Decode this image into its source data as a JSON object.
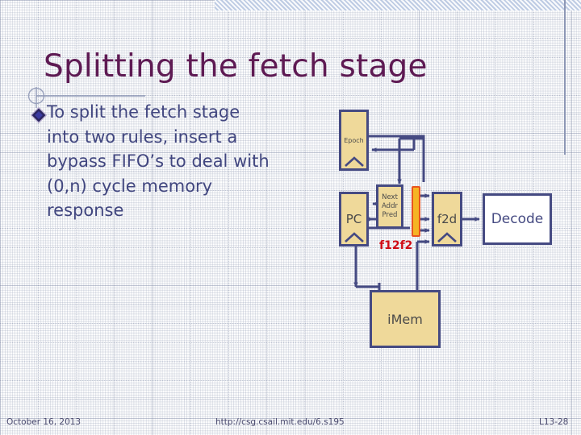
{
  "slide": {
    "title": "Splitting the fetch stage",
    "accent_title_color": "#5e1a53",
    "body_text_color": "#41467f",
    "box_border_color": "#454a82",
    "box_fill_color": "#efd99a",
    "fifo_bar_fill": "#f5b424",
    "fifo_bar_border": "#e8531f",
    "highlight_label_color": "#cf0c16"
  },
  "bullet": {
    "marker": "diamond-bullet-icon",
    "lines": [
      "To split the fetch stage",
      "into two rules, insert a",
      "bypass FIFO’s to deal with",
      "(0,n) cycle memory",
      "response"
    ],
    "text": "To split the fetch stage into two rules, insert a bypass FIFO’s to deal with (0,n) cycle memory response"
  },
  "diagram": {
    "boxes": [
      {
        "id": "epoch",
        "label": "Epoch",
        "kind": "fifo"
      },
      {
        "id": "pc",
        "label": "PC",
        "kind": "fifo"
      },
      {
        "id": "nap",
        "label": "Next Addr Pred",
        "kind": "fifo",
        "label_lines": [
          "Next",
          "Addr",
          "Pred"
        ]
      },
      {
        "id": "f2d",
        "label": "f2d",
        "kind": "fifo"
      },
      {
        "id": "decode",
        "label": "Decode",
        "kind": "plain"
      },
      {
        "id": "imem",
        "label": "iMem",
        "kind": "fifo"
      }
    ],
    "bypass_fifo_label": "f12f2",
    "bypass_fifo_name": "bypass-fifo-bar"
  },
  "footer": {
    "date": "October 16, 2013",
    "url": "http://csg.csail.mit.edu/6.s195",
    "slide_number": "L13-28"
  }
}
